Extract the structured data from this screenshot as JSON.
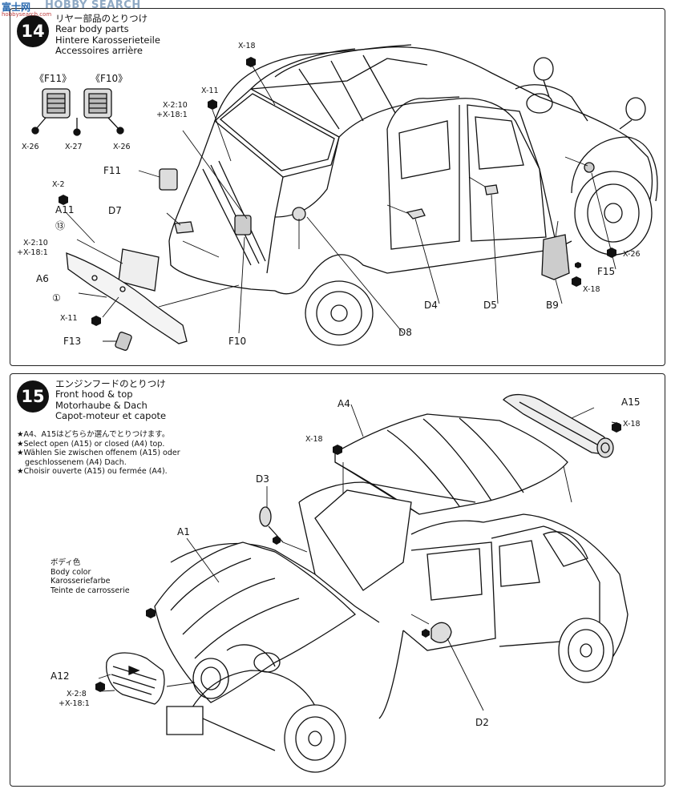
{
  "watermark": {
    "logo": "富士网",
    "text": "HOBBY SEARCH",
    "url": "hobbysearch.com"
  },
  "step14": {
    "number": "14",
    "title_jp": "リヤー部品のとりつけ",
    "title_en": "Rear body parts",
    "title_de": "Hintere Karosserieteile",
    "title_fr": "Accessoires arrière",
    "labels": {
      "f11_box": "《F11》",
      "f10_box": "《F10》",
      "x26a": "X-26",
      "x27": "X-27",
      "x26b": "X-26",
      "x18_top": "X-18",
      "x11_top": "X-11",
      "x2_10a": "X-2:10",
      "x18_1a": "+X-18:1",
      "f11": "F11",
      "x2": "X-2",
      "a11": "A11",
      "d7": "D7",
      "c13": "⑬",
      "x2_10b": "X-2:10",
      "x18_1b": "+X-18:1",
      "a6": "A6",
      "c1": "①",
      "x11_bottom": "X-11",
      "f13": "F13",
      "f10": "F10",
      "d8": "D8",
      "d4": "D4",
      "d5": "D5",
      "b9": "B9",
      "x18_b9": "X-18",
      "f15": "F15",
      "x26_f15": "X-26"
    }
  },
  "step15": {
    "number": "15",
    "title_jp": "エンジンフードのとりつけ",
    "title_en": "Front hood & top",
    "title_de": "Motorhaube & Dach",
    "title_fr": "Capot-moteur et capote",
    "notes": [
      "★A4、A15はどちらか選んでとりつけます。",
      "★Select open (A15) or closed (A4) top.",
      "★Wählen Sie zwischen offenem (A15) oder",
      "geschlossenem (A4) Dach.",
      "★Choisir ouverte (A15) ou fermée (A4)."
    ],
    "body_color": [
      "ボディ色",
      "Body color",
      "Karosseriefarbe",
      "Teinte de carrosserie"
    ],
    "labels": {
      "a4": "A4",
      "a15": "A15",
      "x18_a15": "X-18",
      "x18_a4": "X-18",
      "d3": "D3",
      "a1": "A1",
      "a12": "A12",
      "x2_8": "X-2:8",
      "x18_1": "+X-18:1",
      "d2": "D2"
    }
  }
}
